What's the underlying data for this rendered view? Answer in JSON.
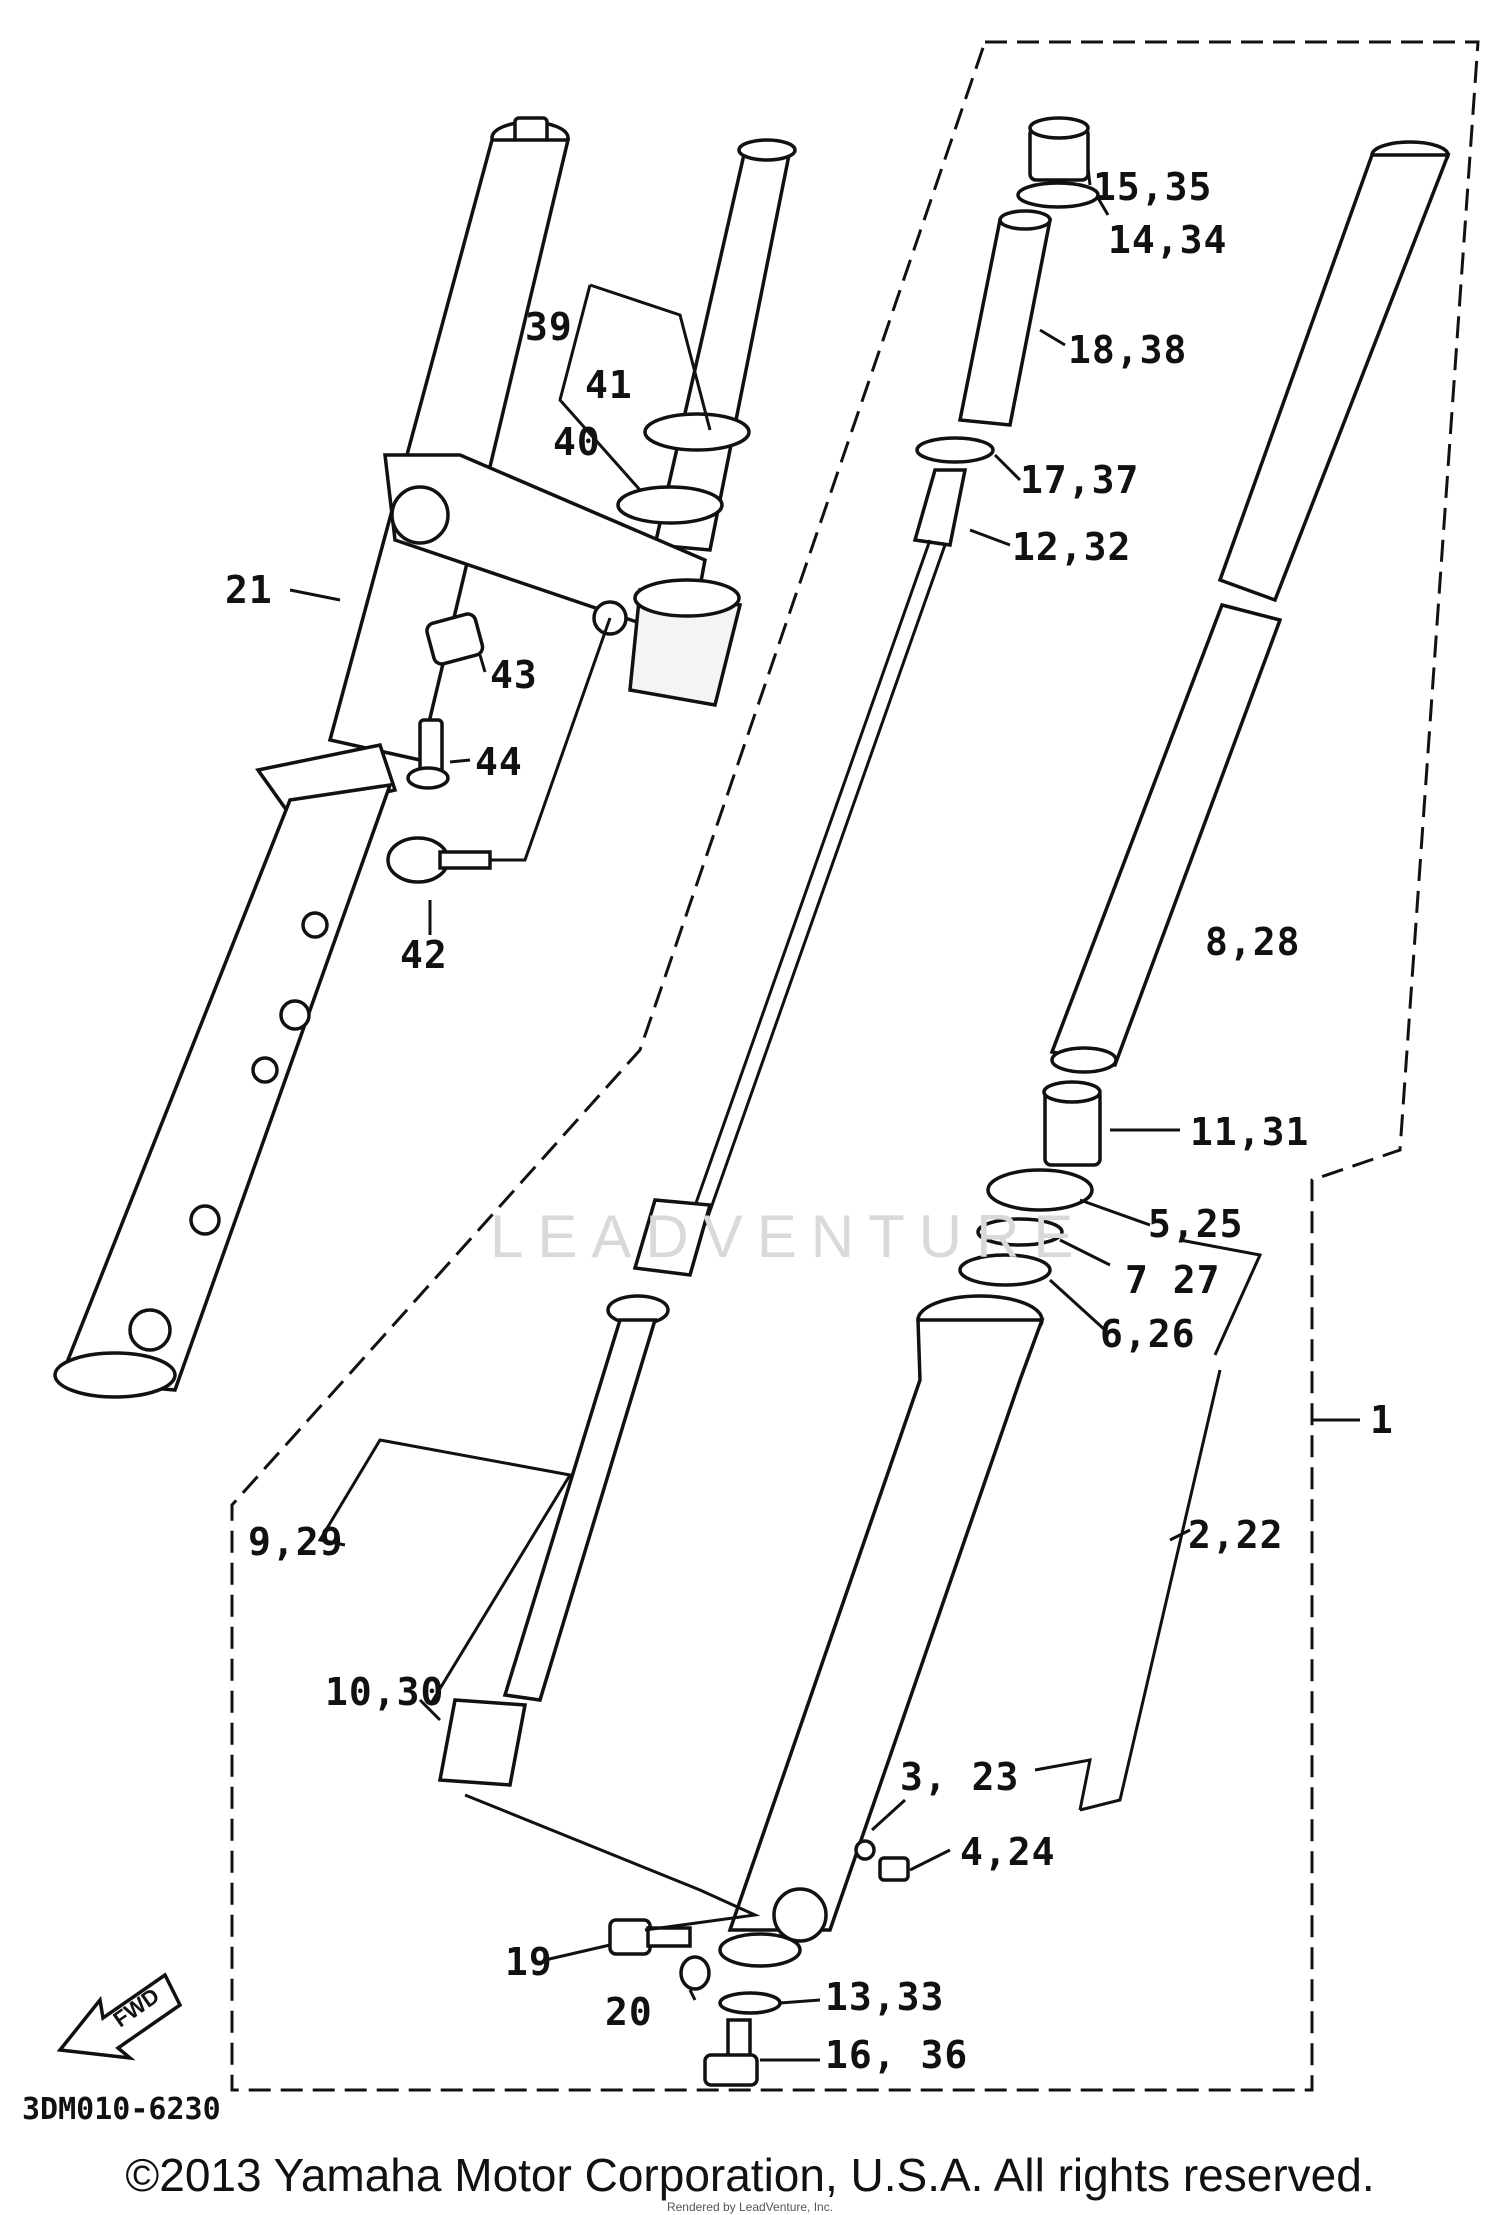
{
  "diagram_code": "3DM010-6230",
  "copyright": "©2013 Yamaha Motor Corporation, U.S.A. All rights reserved.",
  "rendered_by": "Rendered by LeadVenture, Inc.",
  "watermark": "LEADVENTURE",
  "fwd_label": "FWD",
  "callouts": {
    "c15_35": "15,35",
    "c14_34": "14,34",
    "c18_38": "18,38",
    "c17_37": "17,37",
    "c12_32": "12,32",
    "c39": "39",
    "c41": "41",
    "c40": "40",
    "c21": "21",
    "c43": "43",
    "c44": "44",
    "c42": "42",
    "c8_28": "8,28",
    "c11_31": "11,31",
    "c5_25": "5,25",
    "c7_27": "7 27",
    "c6_26": "6,26",
    "c1": "1",
    "c2_22": "2,22",
    "c9_29": "9,29",
    "c10_30": "10,30",
    "c3_23": "3, 23",
    "c4_24": "4,24",
    "c19": "19",
    "c20": "20",
    "c13_33": "13,33",
    "c16_36": "16, 36"
  }
}
